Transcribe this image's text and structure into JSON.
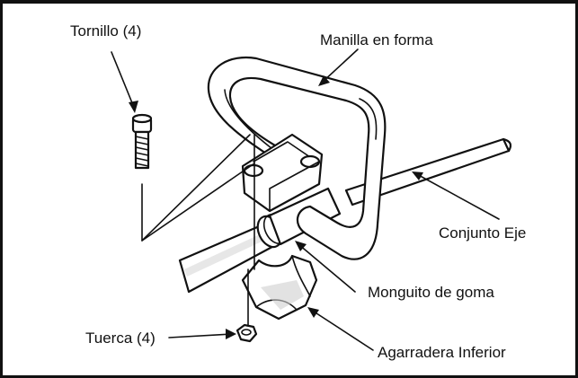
{
  "labels": {
    "tornillo": "Tornillo (4)",
    "manilla": "Manilla en forma",
    "conjunto_eje": "Conjunto Eje",
    "manguito": "Monguito de goma",
    "tuerca": "Tuerca (4)",
    "agarradera": "Agarradera Inferior"
  }
}
